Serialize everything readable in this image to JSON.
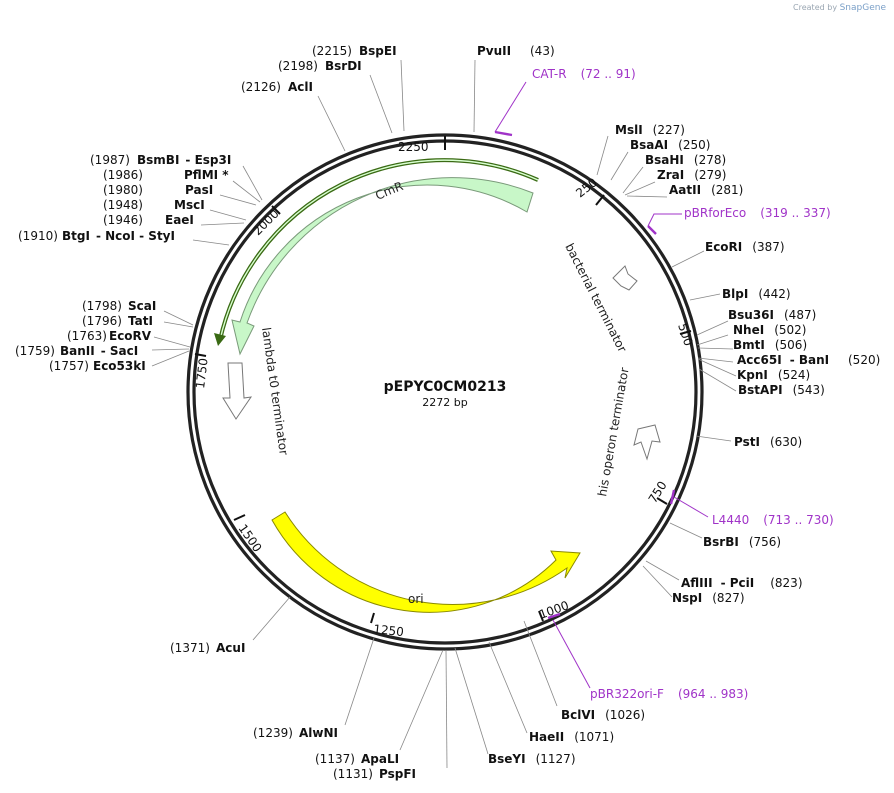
{
  "brand": {
    "created_by": "Created by",
    "app": "SnapGene"
  },
  "plasmid": {
    "name": "pEPYC0CM0213",
    "length_label": "2272 bp",
    "length": 2272
  },
  "ticks": [
    "250",
    "500",
    "750",
    "1000",
    "1250",
    "1500",
    "1750",
    "2000",
    "2250"
  ],
  "features": [
    {
      "label": "CmR",
      "type": "CDS",
      "color": "#c8f7c8",
      "stroke": "#7a9a7a"
    },
    {
      "label": "ori",
      "type": "rep_origin",
      "color": "#ffff00",
      "stroke": "#8a8a00"
    },
    {
      "label": "bacterial terminator",
      "type": "terminator"
    },
    {
      "label": "his operon terminator",
      "type": "terminator"
    },
    {
      "label": "lambda t0 terminator",
      "type": "terminator"
    }
  ],
  "primers": [
    {
      "name": "CAT-R",
      "range": "(72 .. 91)"
    },
    {
      "name": "pBRforEco",
      "range": "(319 .. 337)"
    },
    {
      "name": "L4440",
      "range": "(713 .. 730)"
    },
    {
      "name": "pBR322ori-F",
      "range": "(964 .. 983)"
    }
  ],
  "enzymes": {
    "top_left": [
      {
        "pos": "(2215)",
        "name": "BspEI"
      },
      {
        "pos": "(2198)",
        "name": "BsrDI"
      },
      {
        "pos": "(2126)",
        "name": "AclI"
      }
    ],
    "top": [
      {
        "name": "PvuII",
        "pos": "(43)"
      }
    ],
    "left": [
      {
        "pos": "(1987)",
        "name": "BsmBI",
        "extra": "- Esp3I"
      },
      {
        "pos": "(1986)",
        "name": "PflMI *"
      },
      {
        "pos": "(1980)",
        "name": "PasI"
      },
      {
        "pos": "(1948)",
        "name": "MscI"
      },
      {
        "pos": "(1946)",
        "name": "EaeI"
      },
      {
        "pos": "(1910)",
        "name": "BtgI",
        "extra": "- NcoI  - StyI"
      },
      {
        "pos": "(1798)",
        "name": "ScaI"
      },
      {
        "pos": "(1796)",
        "name": "TatI"
      },
      {
        "pos": "(1763)",
        "name": "EcoRV"
      },
      {
        "pos": "(1759)",
        "name": "BanII",
        "extra": "- SacI"
      },
      {
        "pos": "(1757)",
        "name": "Eco53kI"
      },
      {
        "pos": "(1371)",
        "name": "AcuI"
      }
    ],
    "right": [
      {
        "name": "MslI",
        "pos": "(227)"
      },
      {
        "name": "BsaAI",
        "pos": "(250)"
      },
      {
        "name": "BsaHI",
        "pos": "(278)"
      },
      {
        "name": "ZraI",
        "pos": "(279)"
      },
      {
        "name": "AatII",
        "pos": "(281)"
      },
      {
        "name": "EcoRI",
        "pos": "(387)"
      },
      {
        "name": "BlpI",
        "pos": "(442)"
      },
      {
        "name": "Bsu36I",
        "pos": "(487)"
      },
      {
        "name": "NheI",
        "pos": "(502)"
      },
      {
        "name": "BmtI",
        "pos": "(506)"
      },
      {
        "name": "Acc65I",
        "extra": "- BanI",
        "pos": "(520)"
      },
      {
        "name": "KpnI",
        "pos": "(524)"
      },
      {
        "name": "BstAPI",
        "pos": "(543)"
      },
      {
        "name": "PstI",
        "pos": "(630)"
      },
      {
        "name": "BsrBI",
        "pos": "(756)"
      },
      {
        "name": "AflIII",
        "extra": "- PciI",
        "pos": "(823)"
      },
      {
        "name": "NspI",
        "pos": "(827)"
      },
      {
        "name": "BclVI",
        "pos": "(1026)"
      },
      {
        "name": "HaeII",
        "pos": "(1071)"
      },
      {
        "name": "BseYI",
        "pos": "(1127)"
      }
    ],
    "bottom": [
      {
        "pos": "(1239)",
        "name": "AlwNI"
      },
      {
        "pos": "(1137)",
        "name": "ApaLI"
      },
      {
        "pos": "(1131)",
        "name": "PspFI"
      }
    ]
  }
}
